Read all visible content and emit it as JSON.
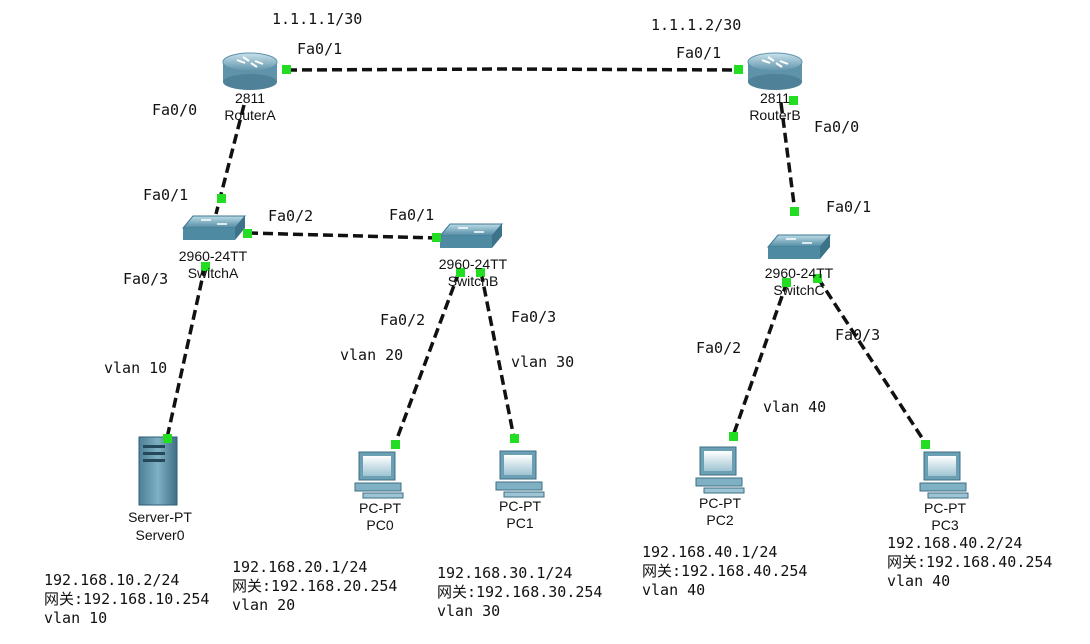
{
  "links": {
    "wan_left_ip": "1.1.1.1/30",
    "wan_right_ip": "1.1.1.2/30"
  },
  "routers": [
    {
      "model": "2811",
      "name": "RouterA"
    },
    {
      "model": "2811",
      "name": "RouterB"
    }
  ],
  "switches": [
    {
      "model": "2960-24TT",
      "name": "SwitchA"
    },
    {
      "model": "2960-24TT",
      "name": "SwitchB"
    },
    {
      "model": "2960-24TT",
      "name": "SwitchC"
    }
  ],
  "server": {
    "type": "Server-PT",
    "name": "Server0"
  },
  "pcs": [
    {
      "type": "PC-PT",
      "name": "PC0"
    },
    {
      "type": "PC-PT",
      "name": "PC1"
    },
    {
      "type": "PC-PT",
      "name": "PC2"
    },
    {
      "type": "PC-PT",
      "name": "PC3"
    }
  ],
  "ports": {
    "ra_wan": "Fa0/1",
    "rb_wan": "Fa0/1",
    "ra_lan": "Fa0/0",
    "rb_lan": "Fa0/0",
    "swa_up": "Fa0/1",
    "swa_b": "Fa0/2",
    "swb_a": "Fa0/1",
    "swa_srv": "Fa0/3",
    "swb_pc0": "Fa0/2",
    "swb_pc1": "Fa0/3",
    "swc_up": "Fa0/1",
    "swc_pc2": "Fa0/2",
    "swc_pc3": "Fa0/3"
  },
  "vlan_labels": {
    "server": "vlan 10",
    "pc0": "vlan 20",
    "pc1": "vlan 30",
    "pc2": "vlan 40"
  },
  "hosts": {
    "server": {
      "ip": "192.168.10.2/24",
      "gateway": "网关:192.168.10.254",
      "vlan": "vlan 10"
    },
    "pc0": {
      "ip": "192.168.20.1/24",
      "gateway": "网关:192.168.20.254",
      "vlan": "vlan 20"
    },
    "pc1": {
      "ip": "192.168.30.1/24",
      "gateway": "网关:192.168.30.254",
      "vlan": "vlan 30"
    },
    "pc2": {
      "ip": "192.168.40.1/24",
      "gateway": "网关:192.168.40.254",
      "vlan": "vlan 40"
    },
    "pc3": {
      "ip": "192.168.40.2/24",
      "gateway": "网关:192.168.40.254",
      "vlan": "vlan 40"
    }
  },
  "colors": {
    "link": "#111111",
    "port_up": "#22dd22",
    "router_body": "#7fb0c4",
    "switch_body": "#6fa3ba"
  }
}
